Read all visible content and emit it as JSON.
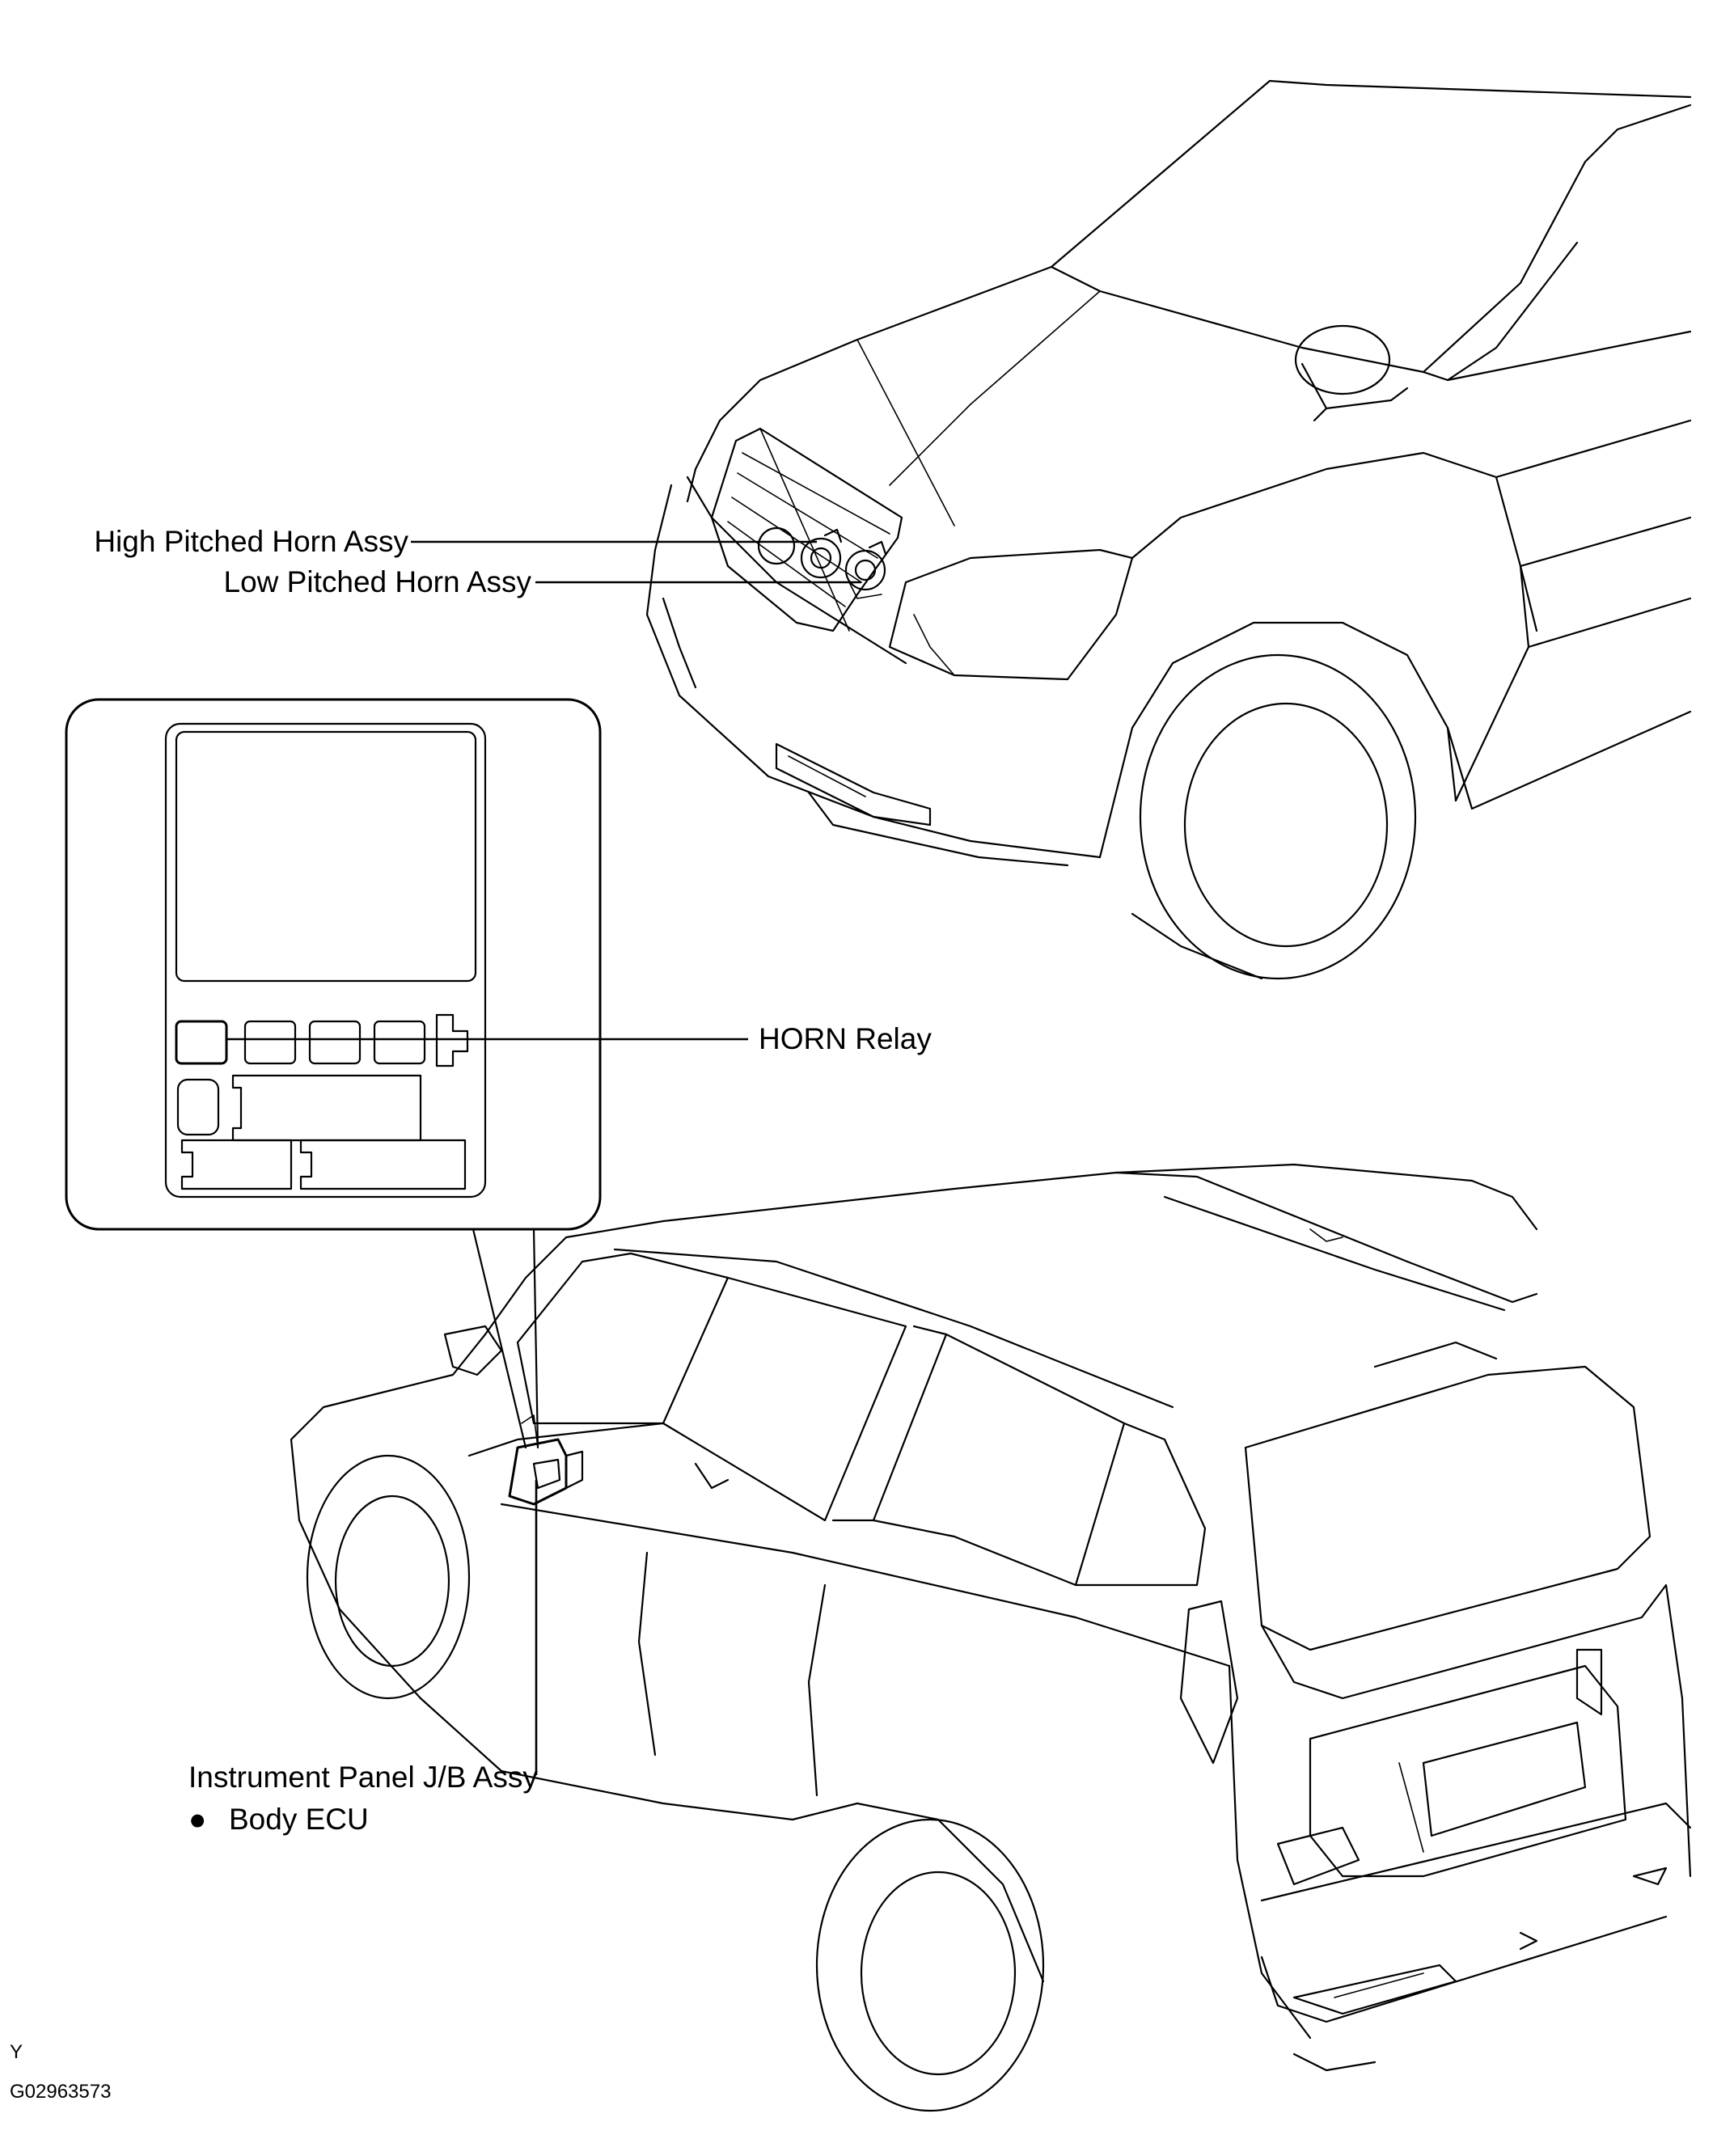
{
  "labels": {
    "high_pitched_horn": "High Pitched Horn Assy",
    "low_pitched_horn": "Low Pitched Horn Assy",
    "horn_relay": "HORN Relay",
    "instrument_panel_jb": "Instrument Panel J/B Assy",
    "body_ecu": "Body ECU",
    "body_ecu_marker": "●"
  },
  "footer": {
    "letter": "Y",
    "figure_code": "G02963573"
  }
}
